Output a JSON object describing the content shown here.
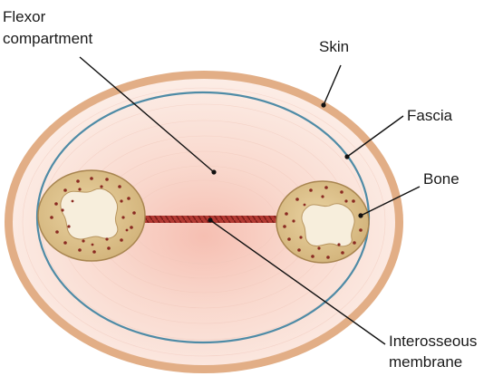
{
  "labels": {
    "flexor_line1": "Flexor",
    "flexor_line2": "compartment",
    "skin": "Skin",
    "fascia": "Fascia",
    "bone": "Bone",
    "interosseous_line1": "Interosseous",
    "interosseous_line2": "membrane"
  },
  "colors": {
    "skin": "#E2AE86",
    "tissue_outer": "#FBE8DF",
    "tissue_center": "#F8C9BC",
    "fascia": "#4E8BA6",
    "bone_cortex": "#D9BE86",
    "bone_marrow": "#F7EEDC",
    "bone_dots": "#8A2A22",
    "membrane": "#A52A2A",
    "pointer": "#111111"
  }
}
